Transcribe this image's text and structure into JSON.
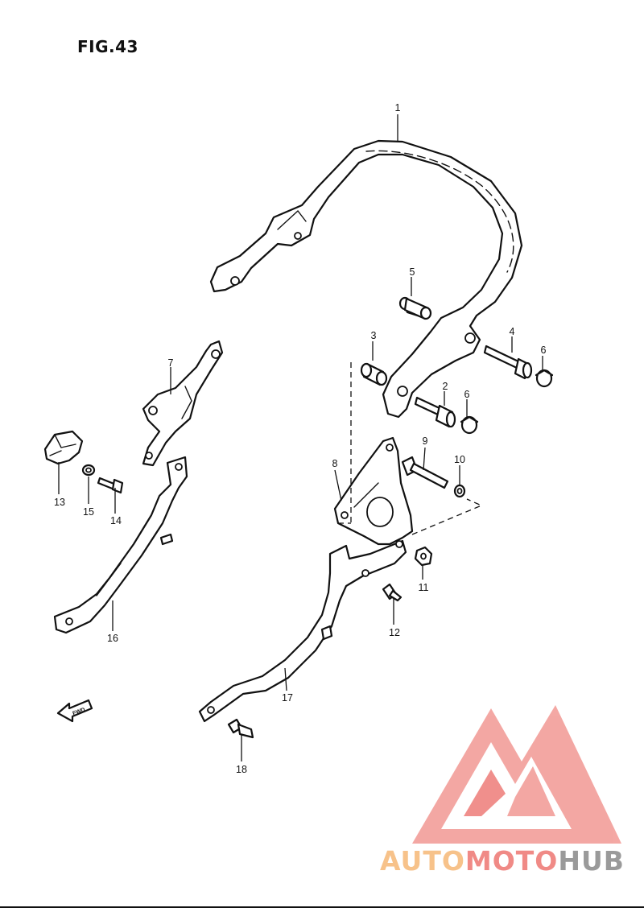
{
  "figure": {
    "title": "FIG.43",
    "fwd_label": "FWD"
  },
  "callouts": {
    "c1": "1",
    "c2": "2",
    "c3": "3",
    "c4": "4",
    "c5": "5",
    "c6a": "6",
    "c6b": "6",
    "c7": "7",
    "c8": "8",
    "c9": "9",
    "c10": "10",
    "c11": "11",
    "c12": "12",
    "c13": "13",
    "c14": "14",
    "c15": "15",
    "c16": "16",
    "c17": "17",
    "c18": "18"
  },
  "watermark": {
    "part1": "AUTO",
    "part2": "MOTO",
    "part3": "HUB",
    "logo_colors": {
      "outer": "#f3a39f",
      "inner": "#f08a86",
      "auto": "#f7c28a",
      "hub": "#9a9a9a"
    }
  }
}
